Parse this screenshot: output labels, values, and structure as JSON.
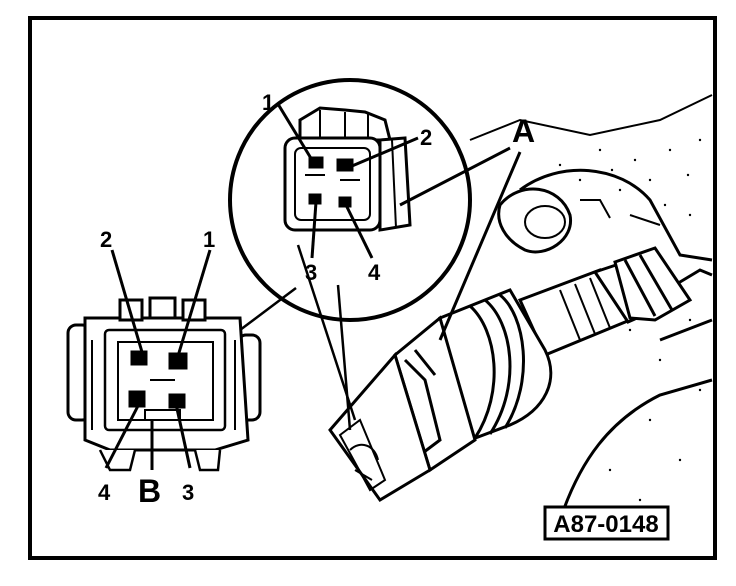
{
  "diagram": {
    "reference_code": "A87-0148",
    "callouts": {
      "A": "A",
      "B": "B",
      "detail_pin_1": "1",
      "detail_pin_2": "2",
      "detail_pin_3": "3",
      "detail_pin_4": "4",
      "plug_pin_1": "1",
      "plug_pin_2": "2",
      "plug_pin_3": "3",
      "plug_pin_4": "4"
    }
  }
}
